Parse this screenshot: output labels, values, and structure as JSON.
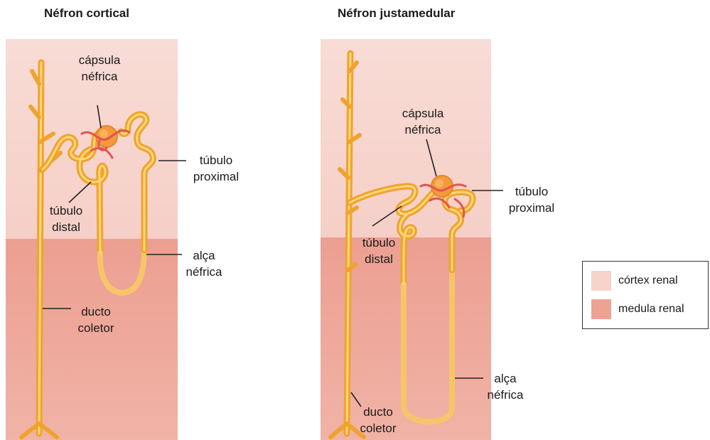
{
  "titles": {
    "cortical": "Néfron cortical",
    "juxtamedullary": "Néfron justamedular"
  },
  "labels": {
    "cortical": {
      "capsule": [
        "cápsula",
        "néfrica"
      ],
      "proximal": [
        "túbulo",
        "proximal"
      ],
      "distal": [
        "túbulo",
        "distal"
      ],
      "loop": [
        "alça",
        "néfrica"
      ],
      "collecting": [
        "ducto",
        "coletor"
      ]
    },
    "juxta": {
      "capsule": [
        "cápsula",
        "néfrica"
      ],
      "proximal": [
        "túbulo",
        "proximal"
      ],
      "distal": [
        "túbulo",
        "distal"
      ],
      "loop": [
        "alça",
        "néfrica"
      ],
      "collecting": [
        "ducto",
        "coletor"
      ]
    }
  },
  "legend": {
    "items": [
      {
        "label": "córtex renal",
        "color": "#f7d3cc"
      },
      {
        "label": "medula renal",
        "color": "#eea294"
      }
    ]
  },
  "colors": {
    "cortex": "#f7d8d2",
    "medulla": "#eda89b",
    "tubule": "#f6b43c",
    "tubule_light": "#fcd77a",
    "vessel": "#e2544f",
    "line": "#222222"
  }
}
